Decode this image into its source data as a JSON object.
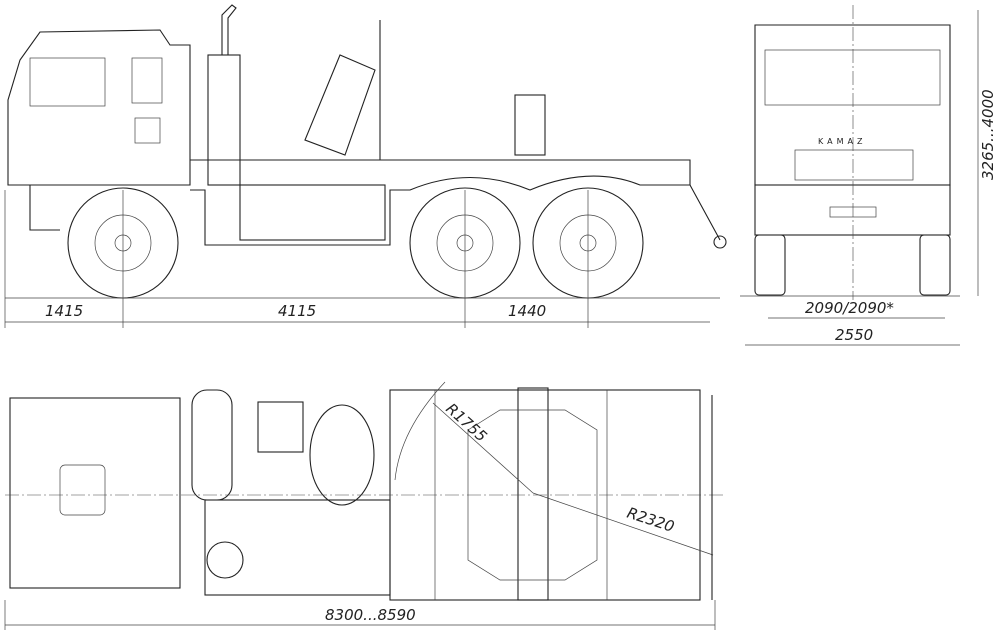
{
  "logo": "KAMAZ",
  "side_view": {
    "dims": {
      "front_overhang": "1415",
      "wheelbase": "4115",
      "bogie": "1440"
    }
  },
  "front_view": {
    "dims": {
      "track": "2090/2090*",
      "width": "2550",
      "height": "3265...4000"
    }
  },
  "top_view": {
    "dims": {
      "length": "8300...8590",
      "radius_small": "R1755",
      "radius_large": "R2320"
    }
  }
}
